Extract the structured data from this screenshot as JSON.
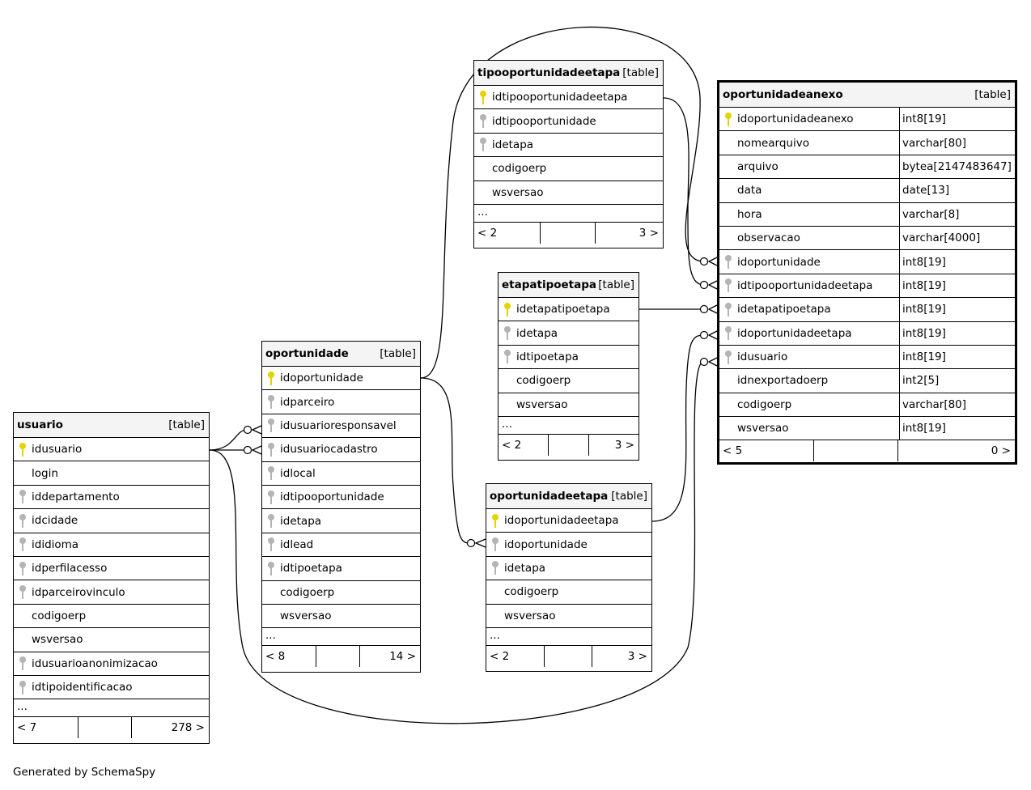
{
  "footer": "Generated by SchemaSpy",
  "tables": {
    "tipooportunidadeetapa": {
      "name": "tipooportunidadeetapa",
      "type": "[table]",
      "columns": [
        {
          "name": "idtipooportunidadeetapa",
          "key": "pk"
        },
        {
          "name": "idtipooportunidade",
          "key": "fk"
        },
        {
          "name": "idetapa",
          "key": "fk"
        },
        {
          "name": "codigoerp",
          "key": ""
        },
        {
          "name": "wsversao",
          "key": ""
        }
      ],
      "ellipsis": "...",
      "foot_left": "< 2",
      "foot_right": "3 >"
    },
    "oportunidadeanexo": {
      "name": "oportunidadeanexo",
      "type": "[table]",
      "columns": [
        {
          "name": "idoportunidadeanexo",
          "key": "pk",
          "dtype": "int8[19]"
        },
        {
          "name": "nomearquivo",
          "key": "",
          "dtype": "varchar[80]"
        },
        {
          "name": "arquivo",
          "key": "",
          "dtype": "bytea[2147483647]"
        },
        {
          "name": "data",
          "key": "",
          "dtype": "date[13]"
        },
        {
          "name": "hora",
          "key": "",
          "dtype": "varchar[8]"
        },
        {
          "name": "observacao",
          "key": "",
          "dtype": "varchar[4000]"
        },
        {
          "name": "idoportunidade",
          "key": "fk",
          "dtype": "int8[19]"
        },
        {
          "name": "idtipooportunidadeetapa",
          "key": "fk",
          "dtype": "int8[19]"
        },
        {
          "name": "idetapatipoetapa",
          "key": "fk",
          "dtype": "int8[19]"
        },
        {
          "name": "idoportunidadeetapa",
          "key": "fk",
          "dtype": "int8[19]"
        },
        {
          "name": "idusuario",
          "key": "fk",
          "dtype": "int8[19]"
        },
        {
          "name": "idnexportadoerp",
          "key": "",
          "dtype": "int2[5]"
        },
        {
          "name": "codigoerp",
          "key": "",
          "dtype": "varchar[80]"
        },
        {
          "name": "wsversao",
          "key": "",
          "dtype": "int8[19]"
        }
      ],
      "foot_left": "< 5",
      "foot_right": "0 >"
    },
    "etapatipoetapa": {
      "name": "etapatipoetapa",
      "type": "[table]",
      "columns": [
        {
          "name": "idetapatipoetapa",
          "key": "pk"
        },
        {
          "name": "idetapa",
          "key": "fk"
        },
        {
          "name": "idtipoetapa",
          "key": "fk"
        },
        {
          "name": "codigoerp",
          "key": ""
        },
        {
          "name": "wsversao",
          "key": ""
        }
      ],
      "ellipsis": "...",
      "foot_left": "< 2",
      "foot_right": "3 >"
    },
    "oportunidade": {
      "name": "oportunidade",
      "type": "[table]",
      "columns": [
        {
          "name": "idoportunidade",
          "key": "pk"
        },
        {
          "name": "idparceiro",
          "key": "fk"
        },
        {
          "name": "idusuarioresponsavel",
          "key": "fk"
        },
        {
          "name": "idusuariocadastro",
          "key": "fk"
        },
        {
          "name": "idlocal",
          "key": "fk"
        },
        {
          "name": "idtipooportunidade",
          "key": "fk"
        },
        {
          "name": "idetapa",
          "key": "fk"
        },
        {
          "name": "idlead",
          "key": "fk"
        },
        {
          "name": "idtipoetapa",
          "key": "fk"
        },
        {
          "name": "codigoerp",
          "key": ""
        },
        {
          "name": "wsversao",
          "key": ""
        }
      ],
      "ellipsis": "...",
      "foot_left": "< 8",
      "foot_right": "14 >"
    },
    "oportunidadeetapa": {
      "name": "oportunidadeetapa",
      "type": "[table]",
      "columns": [
        {
          "name": "idoportunidadeetapa",
          "key": "pk"
        },
        {
          "name": "idoportunidade",
          "key": "fk"
        },
        {
          "name": "idetapa",
          "key": "fk"
        },
        {
          "name": "codigoerp",
          "key": ""
        },
        {
          "name": "wsversao",
          "key": ""
        }
      ],
      "ellipsis": "...",
      "foot_left": "< 2",
      "foot_right": "3 >"
    },
    "usuario": {
      "name": "usuario",
      "type": "[table]",
      "columns": [
        {
          "name": "idusuario",
          "key": "pk"
        },
        {
          "name": "login",
          "key": ""
        },
        {
          "name": "iddepartamento",
          "key": "fk"
        },
        {
          "name": "idcidade",
          "key": "fk"
        },
        {
          "name": "ididioma",
          "key": "fk"
        },
        {
          "name": "idperfilacesso",
          "key": "fk"
        },
        {
          "name": "idparceirovinculo",
          "key": "fk"
        },
        {
          "name": "codigoerp",
          "key": ""
        },
        {
          "name": "wsversao",
          "key": ""
        },
        {
          "name": "idusuarioanonimizacao",
          "key": "fk"
        },
        {
          "name": "idtipoidentificacao",
          "key": "fk"
        }
      ],
      "ellipsis": "...",
      "foot_left": "< 7",
      "foot_right": "278 >"
    }
  }
}
